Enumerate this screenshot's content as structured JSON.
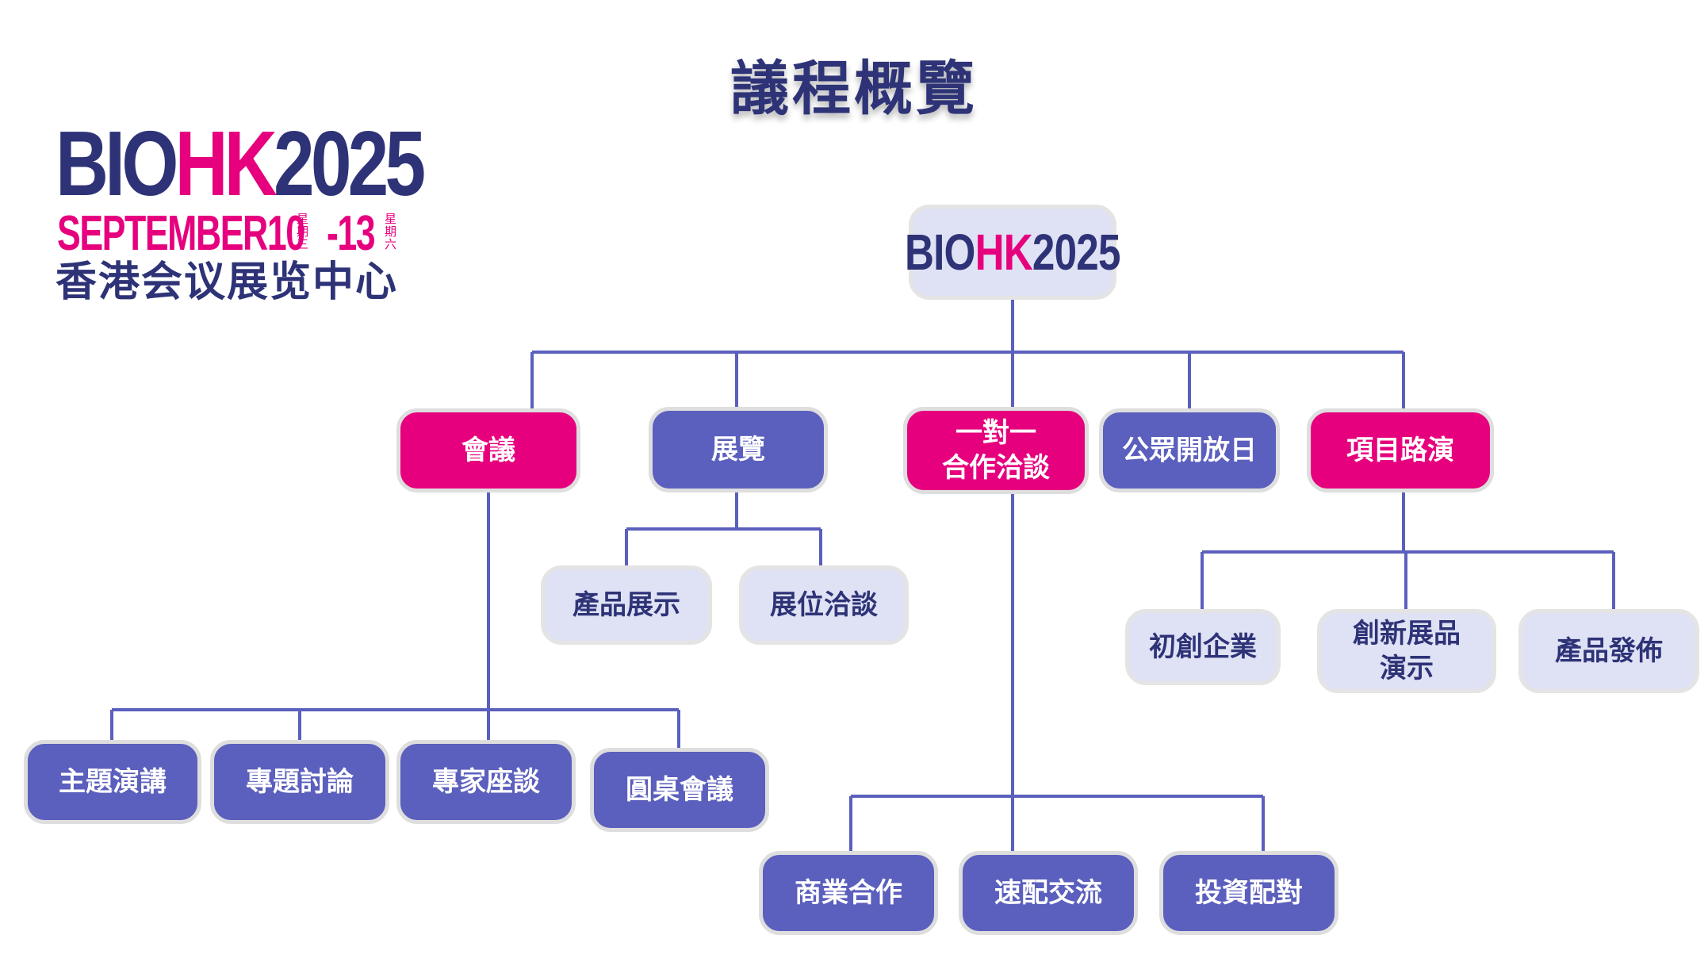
{
  "title": "議程概覽",
  "logo": {
    "bio": "BIO",
    "hk": "HK",
    "year": "2025",
    "date_main": "SEPTEMBER10",
    "weekday_start": "星期三",
    "date_end": "-13",
    "weekday_end": "星期六",
    "venue": "香港会议展览中心"
  },
  "colors": {
    "navy": "#2e3377",
    "pink": "#e6007e",
    "purple": "#5b5fbd",
    "light": "#dfe2f4",
    "line": "#5b5fbd"
  },
  "root": {
    "bio": "BIO",
    "hk": "HK",
    "year": "2025"
  },
  "categories": [
    {
      "label": "會議"
    },
    {
      "label": "展覽"
    },
    {
      "label": "一對一\n合作洽談"
    },
    {
      "label": "公眾開放日"
    },
    {
      "label": "項目路演"
    }
  ],
  "conference_items": [
    {
      "label": "主題演講"
    },
    {
      "label": "專題討論"
    },
    {
      "label": "專家座談"
    },
    {
      "label": "圓桌會議"
    }
  ],
  "exhibition_items": [
    {
      "label": "產品展示"
    },
    {
      "label": "展位洽談"
    }
  ],
  "matching_items": [
    {
      "label": "商業合作"
    },
    {
      "label": "速配交流"
    },
    {
      "label": "投資配對"
    }
  ],
  "roadshow_items": [
    {
      "label": "初創企業"
    },
    {
      "label": "創新展品\n演示"
    },
    {
      "label": "產品發佈"
    }
  ]
}
